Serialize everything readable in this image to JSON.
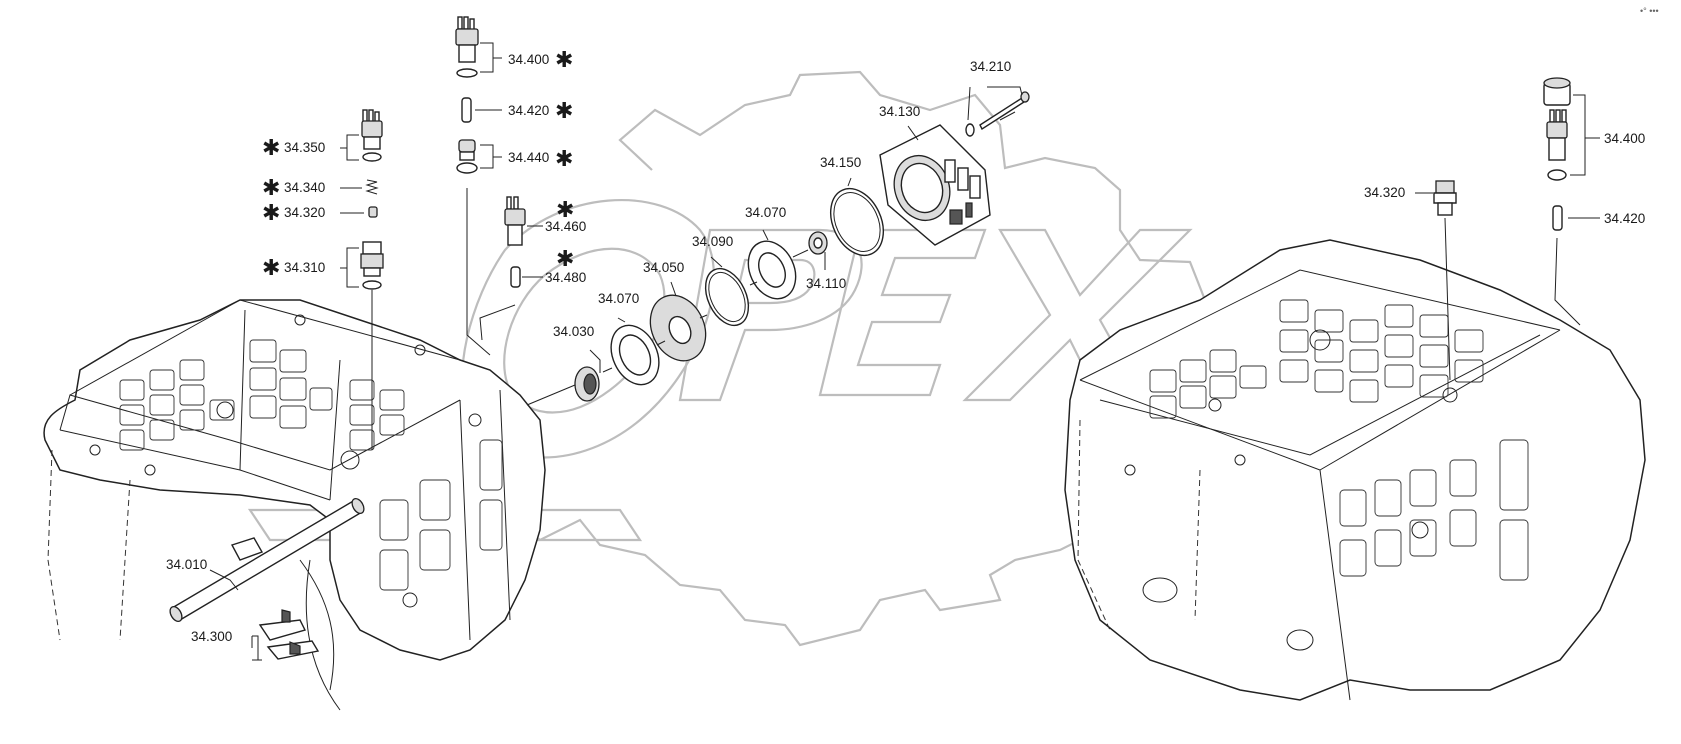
{
  "watermark": {
    "logo_text": "OPEX",
    "color": "#bdbdbd"
  },
  "corner_mark": "•° •••",
  "labels": {
    "p34_400_top": "34.400",
    "p34_420_top": "34.420",
    "p34_440": "34.440",
    "p34_350": "34.350",
    "p34_340": "34.340",
    "p34_320_left": "34.320",
    "p34_310": "34.310",
    "p34_460": "34.460",
    "p34_480": "34.480",
    "p34_210": "34.210",
    "p34_130": "34.130",
    "p34_150": "34.150",
    "p34_070_a": "34.070",
    "p34_090": "34.090",
    "p34_050": "34.050",
    "p34_070_b": "34.070",
    "p34_030": "34.030",
    "p34_110": "34.110",
    "p34_010": "34.010",
    "p34_300": "34.300",
    "p34_320_right": "34.320",
    "p34_400_right": "34.400",
    "p34_420_right": "34.420"
  },
  "asterisk": "✱"
}
